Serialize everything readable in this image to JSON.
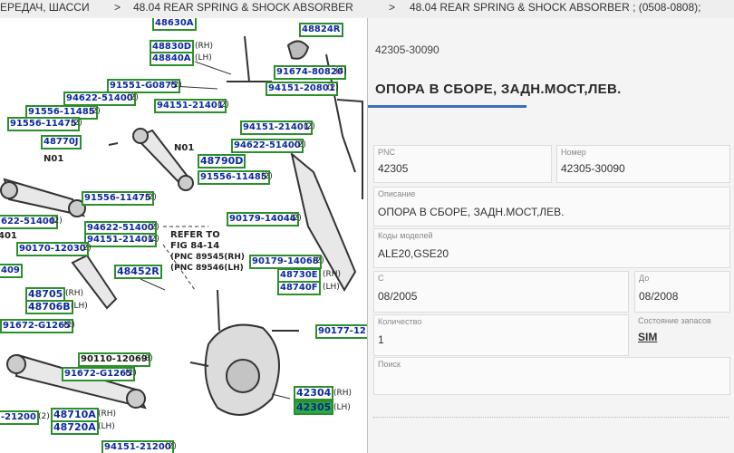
{
  "breadcrumbs": [
    "ЕРЕДАЧ, ШАССИ",
    "48.04 REAR SPRING & SHOCK ABSORBER",
    "48.04 REAR SPRING & SHOCK ABSORBER ; (0508-0808);"
  ],
  "diagram": {
    "labels": [
      {
        "num": "48630A",
        "suffix": ""
      },
      {
        "num": "48824R",
        "suffix": ""
      },
      {
        "num": "48830D",
        "suffix": "(RH)"
      },
      {
        "num": "48840A",
        "suffix": "(LH)"
      },
      {
        "num": "91674-80820",
        "suffix": "(4)"
      },
      {
        "num": "94151-20801",
        "suffix": "(2)"
      },
      {
        "num": "91551-G0875",
        "suffix": "(2)"
      },
      {
        "num": "94622-51400",
        "suffix": "(2)"
      },
      {
        "num": "94151-21401",
        "suffix": "(2)"
      },
      {
        "num": "91556-11485",
        "suffix": "(2)"
      },
      {
        "num": "91556-11475",
        "suffix": "(2)"
      },
      {
        "num": "48770J",
        "suffix": ""
      },
      {
        "num": "94151-21401",
        "suffix": "(2)"
      },
      {
        "num": "94622-51400",
        "suffix": "(2)"
      },
      {
        "num": "48790D",
        "suffix": ""
      },
      {
        "num": "91556-11485",
        "suffix": "(2)"
      },
      {
        "num": "91556-11475",
        "suffix": "(2)"
      },
      {
        "num": "90179-14044",
        "suffix": "(2)"
      },
      {
        "num": "622-51400",
        "suffix": "(2)"
      },
      {
        "num": "94622-51400",
        "suffix": "(2)"
      },
      {
        "num": "94151-21401",
        "suffix": "(2)"
      },
      {
        "num": "90170-12030",
        "suffix": "(2)"
      },
      {
        "num": "90179-14068",
        "suffix": "(2)"
      },
      {
        "num": "48730E",
        "suffix": "(RH)"
      },
      {
        "num": "48740F",
        "suffix": "(LH)"
      },
      {
        "num": "409",
        "suffix": ""
      },
      {
        "num": "48452R",
        "suffix": ""
      },
      {
        "num": "48705",
        "suffix": "(RH)"
      },
      {
        "num": "48706B",
        "suffix": "(LH)"
      },
      {
        "num": "91672-G1265",
        "suffix": "(2)"
      },
      {
        "num": "90177-12",
        "suffix": ""
      },
      {
        "num": "90110-12069",
        "suffix": "(8)"
      },
      {
        "num": "91672-G1265",
        "suffix": "(2)"
      },
      {
        "num": "42304",
        "suffix": "(RH)"
      },
      {
        "num": "42305",
        "suffix": "(LH)"
      },
      {
        "num": "-21200",
        "suffix": "(2)"
      },
      {
        "num": "48710A",
        "suffix": "(RH)"
      },
      {
        "num": "48720A",
        "suffix": "(LH)"
      },
      {
        "num": "94151-21200",
        "suffix": "(2)"
      }
    ],
    "plain_text": [
      "N01",
      "N01",
      "401"
    ],
    "refer": {
      "line1": "REFER TO",
      "line2": "FIG 84-14",
      "line3": "(PNC 89545(RH)",
      "line4": "(PNC 89546(LH)"
    }
  },
  "detail": {
    "code": "42305-30090",
    "title": "ОПОРА В СБОРЕ, ЗАДН.МОСТ,ЛЕВ.",
    "pnc_label": "PNC",
    "pnc_value": "42305",
    "number_label": "Номер",
    "number_value": "42305-30090",
    "description_label": "Описание",
    "description_value": "ОПОРА В СБОРЕ, ЗАДН.МОСТ,ЛЕВ.",
    "models_label": "Коды моделей",
    "models_value": "ALE20,GSE20",
    "from_label": "С",
    "from_value": "08/2005",
    "to_label": "До",
    "to_value": "08/2008",
    "qty_label": "Количество",
    "qty_value": "1",
    "stock_label": "Состояние запасов",
    "stock_value": "SIM",
    "search_label": "Поиск"
  },
  "colors": {
    "part_number_text": "#0d2a9e",
    "part_number_border": "#2c8f2c",
    "highlight": "#2aa84a",
    "title_underline": "#3b6fb6"
  }
}
